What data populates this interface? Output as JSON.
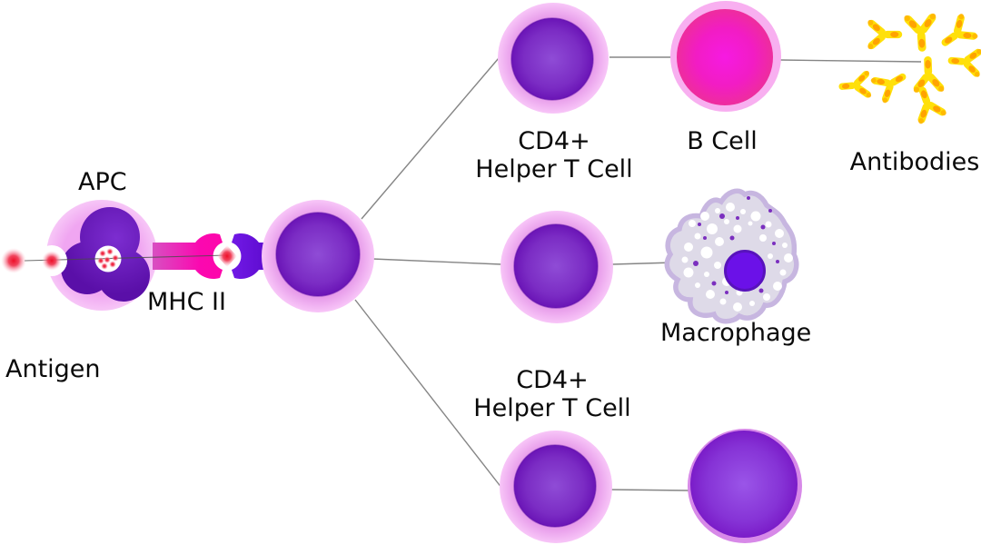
{
  "labels": {
    "apc": "APC",
    "mhc_ii": "MHC II",
    "antigen": "Antigen",
    "cd4_top": {
      "line1": "CD4+",
      "line2": "Helper T Cell"
    },
    "b_cell": "B Cell",
    "antibodies": "Antibodies",
    "macrophage": "Macrophage",
    "cd4_bottom": {
      "line1": "CD4+",
      "line2": "Helper T Cell"
    }
  },
  "colors": {
    "background": "#FFFFFF",
    "label_text": "#0A0A0A",
    "connector_line": "#858585",
    "cell_ring_pink": "#F2ACF4",
    "cell_ring_pink_edge": "#F8C6F8",
    "nucleus_purple_dark": "#6A14B6",
    "nucleus_purple_light": "#8F4CD6",
    "apc_body_pink": "#F0A6F1",
    "apc_nucleus_purple": "#5E12AC",
    "b_cell_magenta_center": "#F61AE2",
    "b_cell_magenta_edge": "#EE2D9D",
    "mhc_ii_pink": "#FF05A6",
    "tcr_purple": "#6B12E6",
    "antigen_red": "#EE1133",
    "antibody_yellow": "#FFE00A",
    "antibody_orange": "#FF9C00",
    "macrophage_body": "#DEDAE8",
    "macrophage_border": "#C7B6E0",
    "macrophage_nucleus": "#6B11E8"
  }
}
